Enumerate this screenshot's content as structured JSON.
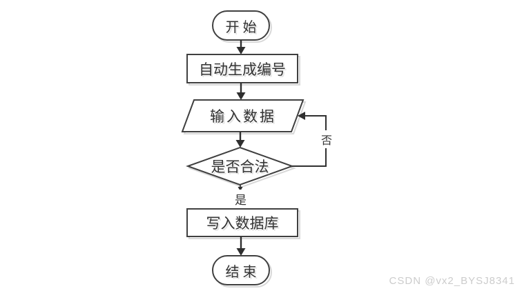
{
  "colors": {
    "background": "#ffffff",
    "shape-stroke": "#3f3f3f",
    "shape-shadow": "#d8d8d8",
    "arrow": "#2f2f2f",
    "text": "#333333",
    "watermark": "#cccccc"
  },
  "flowchart": {
    "nodes": {
      "start": {
        "label": "开始",
        "shape": "terminator"
      },
      "generate_id": {
        "label": "自动生成编号",
        "shape": "process"
      },
      "input_data": {
        "label": "输入数据",
        "shape": "input-output"
      },
      "validity_check": {
        "label": "是否合法",
        "shape": "decision"
      },
      "write_db": {
        "label": "写入数据库",
        "shape": "process"
      },
      "end": {
        "label": "结束",
        "shape": "terminator"
      }
    },
    "branch_labels": {
      "yes": "是",
      "no": "否"
    }
  },
  "watermark": {
    "text": "CSDN @vx2_BYSJ8341"
  }
}
